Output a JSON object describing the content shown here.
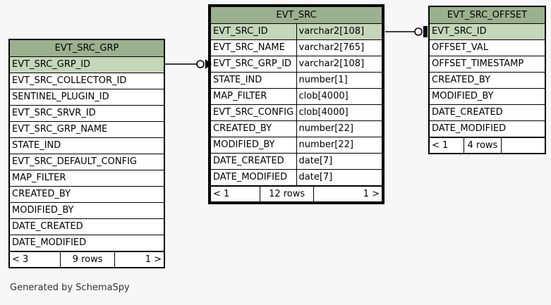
{
  "diagram": {
    "caption": "Generated by SchemaSpy",
    "background_color": "#f7f7f7",
    "header_color": "#9bb08f",
    "primary_key_color": "#c5d6b9",
    "border_color": "#000000"
  },
  "tables": {
    "evt_src_grp": {
      "name": "EVT_SRC_GRP",
      "columns": [
        {
          "name": "EVT_SRC_GRP_ID",
          "type": ""
        },
        {
          "name": "EVT_SRC_COLLECTOR_ID",
          "type": ""
        },
        {
          "name": "SENTINEL_PLUGIN_ID",
          "type": ""
        },
        {
          "name": "EVT_SRC_SRVR_ID",
          "type": ""
        },
        {
          "name": "EVT_SRC_GRP_NAME",
          "type": ""
        },
        {
          "name": "STATE_IND",
          "type": ""
        },
        {
          "name": "EVT_SRC_DEFAULT_CONFIG",
          "type": ""
        },
        {
          "name": "MAP_FILTER",
          "type": ""
        },
        {
          "name": "CREATED_BY",
          "type": ""
        },
        {
          "name": "MODIFIED_BY",
          "type": ""
        },
        {
          "name": "DATE_CREATED",
          "type": ""
        },
        {
          "name": "DATE_MODIFIED",
          "type": ""
        }
      ],
      "footer": {
        "prev": "< 3",
        "rows": "9 rows",
        "next": "1 >"
      }
    },
    "evt_src": {
      "name": "EVT_SRC",
      "columns": [
        {
          "name": "EVT_SRC_ID",
          "type": "varchar2[108]"
        },
        {
          "name": "EVT_SRC_NAME",
          "type": "varchar2[765]"
        },
        {
          "name": "EVT_SRC_GRP_ID",
          "type": "varchar2[108]"
        },
        {
          "name": "STATE_IND",
          "type": "number[1]"
        },
        {
          "name": "MAP_FILTER",
          "type": "clob[4000]"
        },
        {
          "name": "EVT_SRC_CONFIG",
          "type": "clob[4000]"
        },
        {
          "name": "CREATED_BY",
          "type": "number[22]"
        },
        {
          "name": "MODIFIED_BY",
          "type": "number[22]"
        },
        {
          "name": "DATE_CREATED",
          "type": "date[7]"
        },
        {
          "name": "DATE_MODIFIED",
          "type": "date[7]"
        }
      ],
      "footer": {
        "prev": "< 1",
        "rows": "12 rows",
        "next": "1 >"
      }
    },
    "evt_src_offset": {
      "name": "EVT_SRC_OFFSET",
      "columns": [
        {
          "name": "EVT_SRC_ID",
          "type": ""
        },
        {
          "name": "OFFSET_VAL",
          "type": ""
        },
        {
          "name": "OFFSET_TIMESTAMP",
          "type": ""
        },
        {
          "name": "CREATED_BY",
          "type": ""
        },
        {
          "name": "MODIFIED_BY",
          "type": ""
        },
        {
          "name": "DATE_CREATED",
          "type": ""
        },
        {
          "name": "DATE_MODIFIED",
          "type": ""
        }
      ],
      "footer": {
        "prev": "< 1",
        "rows": "4 rows",
        "next": ""
      }
    }
  }
}
